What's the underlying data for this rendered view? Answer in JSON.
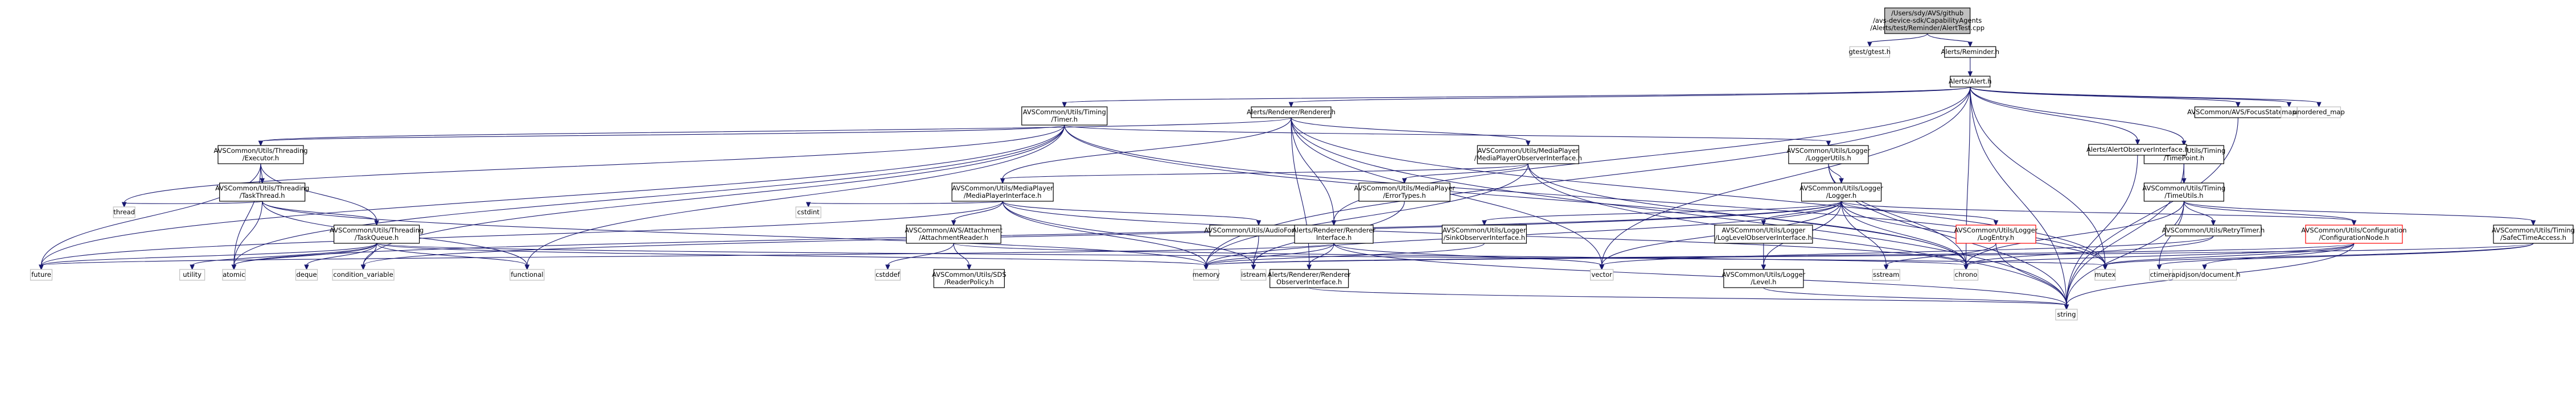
{
  "colors": {
    "root_fill": "#bfbfbf",
    "root_stroke": "#000000",
    "node_fill": "#ffffff",
    "node_stroke": "#000000",
    "ext_stroke": "#bfbfbf",
    "trunc_stroke": "#ff0000",
    "edge": "#191970"
  },
  "nodes": [
    {
      "id": "root",
      "lines": [
        "/Users/sdy/AVS/github",
        "/avs-device-sdk/CapabilityAgents",
        "/Alerts/test/Reminder/AlertTest.cpp"
      ],
      "kind": "root"
    },
    {
      "id": "gtest",
      "lines": [
        "gtest/gtest.h"
      ],
      "kind": "ext"
    },
    {
      "id": "reminder",
      "lines": [
        "Alerts/Reminder.h"
      ],
      "kind": "node"
    },
    {
      "id": "alert",
      "lines": [
        "Alerts/Alert.h"
      ],
      "kind": "node"
    },
    {
      "id": "timer",
      "lines": [
        "AVSCommon/Utils/Timing",
        "/Timer.h"
      ],
      "kind": "node"
    },
    {
      "id": "renderer",
      "lines": [
        "Alerts/Renderer/Renderer.h"
      ],
      "kind": "node"
    },
    {
      "id": "focusstate",
      "lines": [
        "AVSCommon/AVS/FocusState.h"
      ],
      "kind": "node"
    },
    {
      "id": "map",
      "lines": [
        "map"
      ],
      "kind": "ext"
    },
    {
      "id": "umap",
      "lines": [
        "unordered_map"
      ],
      "kind": "ext"
    },
    {
      "id": "executor",
      "lines": [
        "AVSCommon/Utils/Threading",
        "/Executor.h"
      ],
      "kind": "node"
    },
    {
      "id": "mpobs",
      "lines": [
        "AVSCommon/Utils/MediaPlayer",
        "/MediaPlayerObserverInterface.h"
      ],
      "kind": "node"
    },
    {
      "id": "loggerutils",
      "lines": [
        "AVSCommon/Utils/Logger",
        "/LoggerUtils.h"
      ],
      "kind": "node"
    },
    {
      "id": "timepoint",
      "lines": [
        "AVSCommon/Utils/Timing",
        "/TimePoint.h"
      ],
      "kind": "node"
    },
    {
      "id": "alertobs",
      "lines": [
        "Alerts/AlertObserverInterface.h"
      ],
      "kind": "node"
    },
    {
      "id": "taskthread",
      "lines": [
        "AVSCommon/Utils/Threading",
        "/TaskThread.h"
      ],
      "kind": "node"
    },
    {
      "id": "mpiface",
      "lines": [
        "AVSCommon/Utils/MediaPlayer",
        "/MediaPlayerInterface.h"
      ],
      "kind": "node"
    },
    {
      "id": "errortypes",
      "lines": [
        "AVSCommon/Utils/MediaPlayer",
        "/ErrorTypes.h"
      ],
      "kind": "node"
    },
    {
      "id": "logger",
      "lines": [
        "AVSCommon/Utils/Logger",
        "/Logger.h"
      ],
      "kind": "node"
    },
    {
      "id": "timeutils",
      "lines": [
        "AVSCommon/Utils/Timing",
        "/TimeUtils.h"
      ],
      "kind": "node"
    },
    {
      "id": "thread",
      "lines": [
        "thread"
      ],
      "kind": "ext"
    },
    {
      "id": "taskqueue",
      "lines": [
        "AVSCommon/Utils/Threading",
        "/TaskQueue.h"
      ],
      "kind": "node"
    },
    {
      "id": "cstdint",
      "lines": [
        "cstdint"
      ],
      "kind": "ext"
    },
    {
      "id": "attreader",
      "lines": [
        "AVSCommon/AVS/Attachment",
        "/AttachmentReader.h"
      ],
      "kind": "node"
    },
    {
      "id": "audiofmt",
      "lines": [
        "AVSCommon/Utils/AudioFormat.h"
      ],
      "kind": "node"
    },
    {
      "id": "sinkobs",
      "lines": [
        "AVSCommon/Utils/Logger",
        "/SinkObserverInterface.h"
      ],
      "kind": "node"
    },
    {
      "id": "rendereriface",
      "lines": [
        "Alerts/Renderer/Renderer",
        "Interface.h"
      ],
      "kind": "node"
    },
    {
      "id": "loglevelobs",
      "lines": [
        "AVSCommon/Utils/Logger",
        "/LogLevelObserverInterface.h"
      ],
      "kind": "node"
    },
    {
      "id": "logentry",
      "lines": [
        "AVSCommon/Utils/Logger",
        "/LogEntry.h"
      ],
      "kind": "trunc"
    },
    {
      "id": "retrytimer",
      "lines": [
        "AVSCommon/Utils/RetryTimer.h"
      ],
      "kind": "node"
    },
    {
      "id": "confignode",
      "lines": [
        "AVSCommon/Utils/Configuration",
        "/ConfigurationNode.h"
      ],
      "kind": "trunc"
    },
    {
      "id": "safectime",
      "lines": [
        "AVSCommon/Utils/Timing",
        "/SafeCTimeAccess.h"
      ],
      "kind": "node"
    },
    {
      "id": "future",
      "lines": [
        "future"
      ],
      "kind": "ext"
    },
    {
      "id": "utility",
      "lines": [
        "utility"
      ],
      "kind": "ext"
    },
    {
      "id": "atomic",
      "lines": [
        "atomic"
      ],
      "kind": "ext"
    },
    {
      "id": "deque",
      "lines": [
        "deque"
      ],
      "kind": "ext"
    },
    {
      "id": "condvar",
      "lines": [
        "condition_variable"
      ],
      "kind": "ext"
    },
    {
      "id": "functional",
      "lines": [
        "functional"
      ],
      "kind": "ext"
    },
    {
      "id": "cstddef",
      "lines": [
        "cstddef"
      ],
      "kind": "ext"
    },
    {
      "id": "readerpolicy",
      "lines": [
        "AVSCommon/Utils/SDS",
        "/ReaderPolicy.h"
      ],
      "kind": "node"
    },
    {
      "id": "istream",
      "lines": [
        "istream"
      ],
      "kind": "ext"
    },
    {
      "id": "memory",
      "lines": [
        "memory"
      ],
      "kind": "ext"
    },
    {
      "id": "rendobs",
      "lines": [
        "Alerts/Renderer/Renderer",
        "ObserverInterface.h"
      ],
      "kind": "node"
    },
    {
      "id": "vector",
      "lines": [
        "vector"
      ],
      "kind": "ext"
    },
    {
      "id": "level",
      "lines": [
        "AVSCommon/Utils/Logger",
        "/Level.h"
      ],
      "kind": "node"
    },
    {
      "id": "sstream",
      "lines": [
        "sstream"
      ],
      "kind": "ext"
    },
    {
      "id": "chrono",
      "lines": [
        "chrono"
      ],
      "kind": "ext"
    },
    {
      "id": "mutex",
      "lines": [
        "mutex"
      ],
      "kind": "ext"
    },
    {
      "id": "ctime",
      "lines": [
        "ctime"
      ],
      "kind": "ext"
    },
    {
      "id": "rapidjson",
      "lines": [
        "rapidjson/document.h"
      ],
      "kind": "ext"
    },
    {
      "id": "string",
      "lines": [
        "string"
      ],
      "kind": "ext"
    }
  ],
  "edges": [
    [
      "root",
      "gtest"
    ],
    [
      "root",
      "reminder"
    ],
    [
      "reminder",
      "alert"
    ],
    [
      "alert",
      "timer"
    ],
    [
      "alert",
      "renderer"
    ],
    [
      "alert",
      "focusstate"
    ],
    [
      "alert",
      "map"
    ],
    [
      "alert",
      "umap"
    ],
    [
      "alert",
      "timepoint"
    ],
    [
      "alert",
      "alertobs"
    ],
    [
      "alert",
      "memory"
    ],
    [
      "alert",
      "vector"
    ],
    [
      "alert",
      "mutex"
    ],
    [
      "alert",
      "string"
    ],
    [
      "alert",
      "chrono"
    ],
    [
      "alert",
      "rendereriface"
    ],
    [
      "timer",
      "executor"
    ],
    [
      "timer",
      "loggerutils"
    ],
    [
      "timer",
      "thread"
    ],
    [
      "timer",
      "future"
    ],
    [
      "timer",
      "functional"
    ],
    [
      "timer",
      "condvar"
    ],
    [
      "timer",
      "chrono"
    ],
    [
      "timer",
      "atomic"
    ],
    [
      "timer",
      "mutex"
    ],
    [
      "renderer",
      "mpobs"
    ],
    [
      "renderer",
      "mpiface"
    ],
    [
      "renderer",
      "executor"
    ],
    [
      "renderer",
      "rendereriface"
    ],
    [
      "renderer",
      "rendobs"
    ],
    [
      "renderer",
      "string"
    ],
    [
      "renderer",
      "vector"
    ],
    [
      "renderer",
      "mutex"
    ],
    [
      "focusstate",
      "string"
    ],
    [
      "alertobs",
      "string"
    ],
    [
      "executor",
      "taskthread"
    ],
    [
      "executor",
      "taskqueue"
    ],
    [
      "executor",
      "future"
    ],
    [
      "executor",
      "atomic"
    ],
    [
      "taskthread",
      "thread"
    ],
    [
      "taskthread",
      "atomic"
    ],
    [
      "taskthread",
      "taskqueue"
    ],
    [
      "taskthread",
      "memory"
    ],
    [
      "taskthread",
      "functional"
    ],
    [
      "taskqueue",
      "future"
    ],
    [
      "taskqueue",
      "utility"
    ],
    [
      "taskqueue",
      "atomic"
    ],
    [
      "taskqueue",
      "deque"
    ],
    [
      "taskqueue",
      "condvar"
    ],
    [
      "taskqueue",
      "functional"
    ],
    [
      "taskqueue",
      "memory"
    ],
    [
      "taskqueue",
      "mutex"
    ],
    [
      "mpobs",
      "mpiface"
    ],
    [
      "mpobs",
      "errortypes"
    ],
    [
      "mpobs",
      "memory"
    ],
    [
      "mpobs",
      "string"
    ],
    [
      "mpobs",
      "chrono"
    ],
    [
      "mpiface",
      "attreader"
    ],
    [
      "mpiface",
      "audiofmt"
    ],
    [
      "mpiface",
      "cstdint"
    ],
    [
      "mpiface",
      "future"
    ],
    [
      "mpiface",
      "memory"
    ],
    [
      "mpiface",
      "chrono"
    ],
    [
      "mpiface",
      "istream"
    ],
    [
      "errortypes",
      "istream"
    ],
    [
      "attreader",
      "readerpolicy"
    ],
    [
      "attreader",
      "cstddef"
    ],
    [
      "attreader",
      "chrono"
    ],
    [
      "audiofmt",
      "istream"
    ],
    [
      "loggerutils",
      "logger"
    ],
    [
      "loggerutils",
      "chrono"
    ],
    [
      "loggerutils",
      "string"
    ],
    [
      "logger",
      "sinkobs"
    ],
    [
      "logger",
      "loglevelobs"
    ],
    [
      "logger",
      "logentry"
    ],
    [
      "logger",
      "confignode"
    ],
    [
      "logger",
      "level"
    ],
    [
      "logger",
      "chrono"
    ],
    [
      "logger",
      "mutex"
    ],
    [
      "logger",
      "sstream"
    ],
    [
      "logger",
      "vector"
    ],
    [
      "logger",
      "atomic"
    ],
    [
      "logger",
      "condvar"
    ],
    [
      "logger",
      "memory"
    ],
    [
      "sinkobs",
      "memory"
    ],
    [
      "loglevelobs",
      "level"
    ],
    [
      "logentry",
      "sstream"
    ],
    [
      "logentry",
      "string"
    ],
    [
      "rendereriface",
      "rendobs"
    ],
    [
      "rendereriface",
      "memory"
    ],
    [
      "rendereriface",
      "string"
    ],
    [
      "rendereriface",
      "vector"
    ],
    [
      "rendereriface",
      "future"
    ],
    [
      "rendobs",
      "string"
    ],
    [
      "level",
      "string"
    ],
    [
      "timepoint",
      "timeutils"
    ],
    [
      "timepoint",
      "string"
    ],
    [
      "timeutils",
      "retrytimer"
    ],
    [
      "timeutils",
      "safectime"
    ],
    [
      "timeutils",
      "ctime"
    ],
    [
      "timeutils",
      "chrono"
    ],
    [
      "timeutils",
      "string"
    ],
    [
      "timeutils",
      "confignode"
    ],
    [
      "retrytimer",
      "chrono"
    ],
    [
      "retrytimer",
      "vector"
    ],
    [
      "safectime",
      "ctime"
    ],
    [
      "safectime",
      "memory"
    ],
    [
      "safectime",
      "mutex"
    ],
    [
      "confignode",
      "rapidjson"
    ],
    [
      "confignode",
      "string"
    ],
    [
      "confignode",
      "chrono"
    ],
    [
      "confignode",
      "mutex"
    ],
    [
      "confignode",
      "memory"
    ]
  ]
}
